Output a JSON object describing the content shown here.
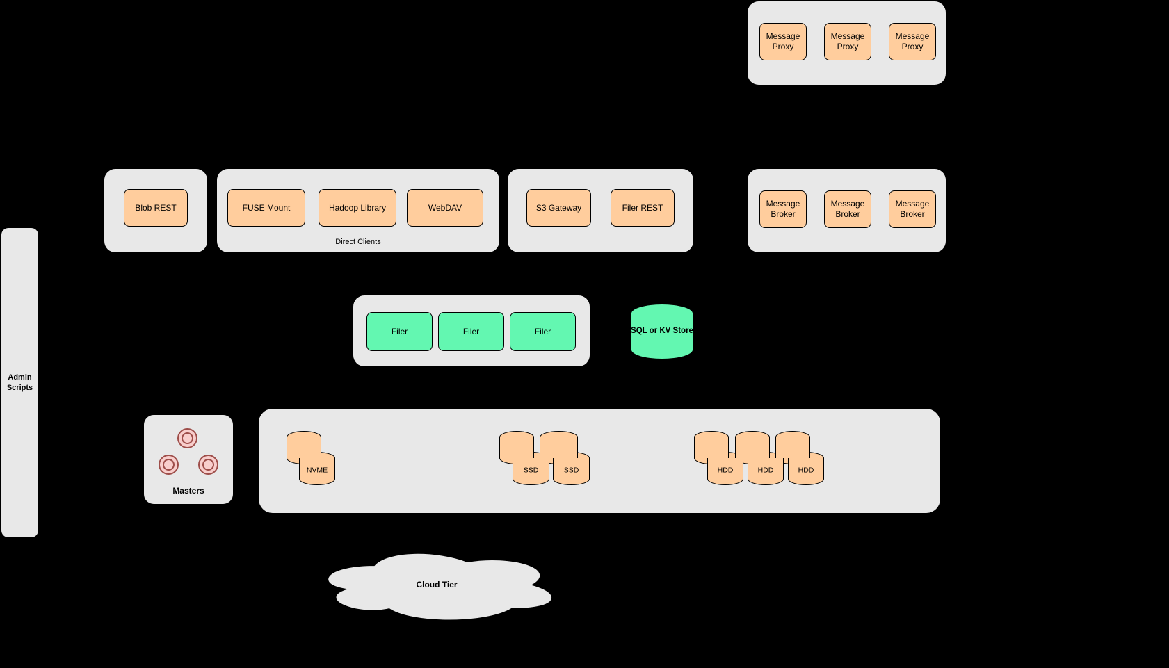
{
  "colors": {
    "background": "#000000",
    "container": "#e8e8e8",
    "node_orange": "#ffcd9d",
    "node_green": "#63f7b1",
    "node_pink": "#f8cecc",
    "stroke": "#000000"
  },
  "proxy_group": {
    "boxes": [
      "Message Proxy",
      "Message Proxy",
      "Message Proxy"
    ]
  },
  "blob_group": {
    "boxes": [
      "Blob REST"
    ]
  },
  "direct_clients_group": {
    "boxes": [
      "FUSE Mount",
      "Hadoop Library",
      "WebDAV"
    ],
    "caption": "Direct Clients"
  },
  "gateway_group": {
    "boxes": [
      "S3 Gateway",
      "Filer REST"
    ]
  },
  "broker_group": {
    "boxes": [
      "Message Broker",
      "Message Broker",
      "Message Broker"
    ]
  },
  "filer_group": {
    "boxes": [
      "Filer",
      "Filer",
      "Filer"
    ]
  },
  "kv_store": {
    "label": "SQL or KV Store"
  },
  "admin_panel": {
    "label": "Admin Scripts"
  },
  "masters_group": {
    "label": "Masters"
  },
  "volume_group": {
    "nvme": {
      "label": "NVME"
    },
    "ssd": {
      "labels": [
        "SSD",
        "SSD"
      ]
    },
    "hdd": {
      "labels": [
        "HDD",
        "HDD",
        "HDD"
      ]
    }
  },
  "cloud": {
    "label": "Cloud Tier"
  }
}
